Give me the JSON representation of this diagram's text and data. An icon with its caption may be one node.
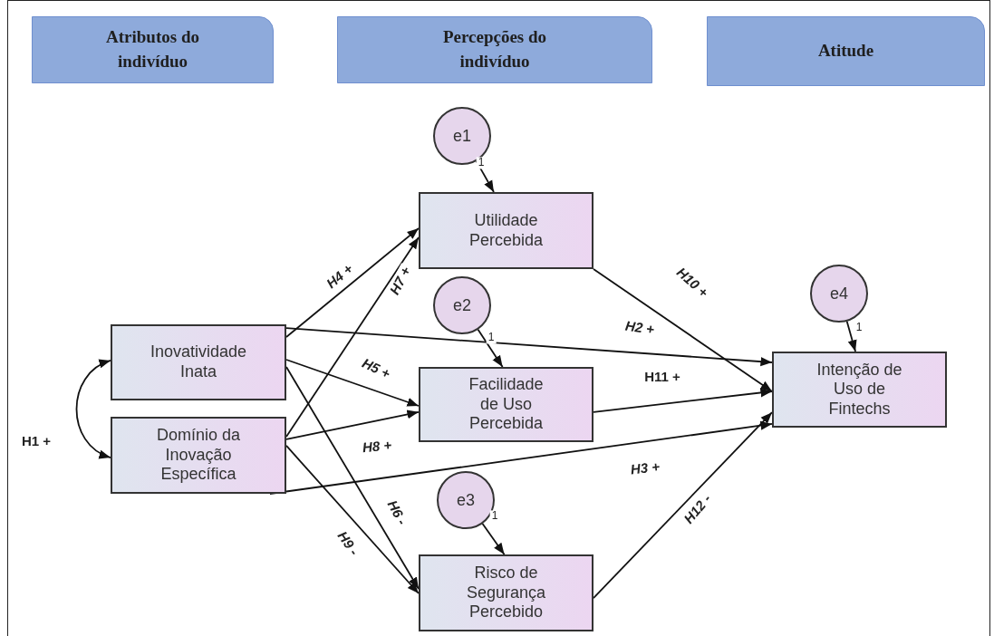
{
  "diagram": {
    "nodes": [
      {
        "text": [
          "Atributos do indivíduo"
        ]
      },
      {
        "text": [
          "Percepções do indivíduo"
        ]
      },
      {
        "text": [
          "Atitude"
        ]
      },
      {
        "text": [
          "Inovatividade Inata"
        ]
      },
      {
        "text": [
          "Domínio da Inovação Específica"
        ]
      },
      {
        "text": [
          "e1"
        ]
      },
      {
        "text": [
          "Utilidade Percebida"
        ]
      },
      {
        "text": [
          "e2"
        ]
      },
      {
        "text": [
          "Facilidade de Uso Percebida"
        ]
      },
      {
        "text": [
          "e3"
        ]
      },
      {
        "text": [
          "Risco de Segurança Percebido"
        ]
      },
      {
        "text": [
          "e4"
        ]
      },
      {
        "text": [
          "Intenção de Uso de Fintechs"
        ]
      }
    ],
    "edges": [
      {
        "from": 3,
        "to": 4,
        "arrow": "both",
        "label": "H1 +"
      },
      {
        "from": 3,
        "to": 6,
        "arrow": "to",
        "label": "H4 +"
      },
      {
        "from": 3,
        "to": 8,
        "arrow": "to",
        "label": "H5 +"
      },
      {
        "from": 3,
        "to": 10,
        "arrow": "to",
        "label": "H6 -"
      },
      {
        "from": 4,
        "to": 6,
        "arrow": "to",
        "label": "H7 +"
      },
      {
        "from": 4,
        "to": 8,
        "arrow": "to",
        "label": "H8 +"
      },
      {
        "from": 4,
        "to": 10,
        "arrow": "to",
        "label": "H9 -"
      },
      {
        "from": 3,
        "to": 12,
        "arrow": "to",
        "label": "H2 +"
      },
      {
        "from": 4,
        "to": 12,
        "arrow": "to",
        "label": "H3 +"
      },
      {
        "from": 6,
        "to": 12,
        "arrow": "to",
        "label": "H10 +"
      },
      {
        "from": 8,
        "to": 12,
        "arrow": "to",
        "label": "H11 +"
      },
      {
        "from": 10,
        "to": 12,
        "arrow": "to",
        "label": "H12 -"
      },
      {
        "from": 5,
        "to": 6,
        "arrow": "to",
        "label": "1"
      },
      {
        "from": 7,
        "to": 8,
        "arrow": "to",
        "label": "1"
      },
      {
        "from": 9,
        "to": 10,
        "arrow": "to",
        "label": "1"
      },
      {
        "from": 11,
        "to": 12,
        "arrow": "to",
        "label": "1"
      }
    ]
  }
}
